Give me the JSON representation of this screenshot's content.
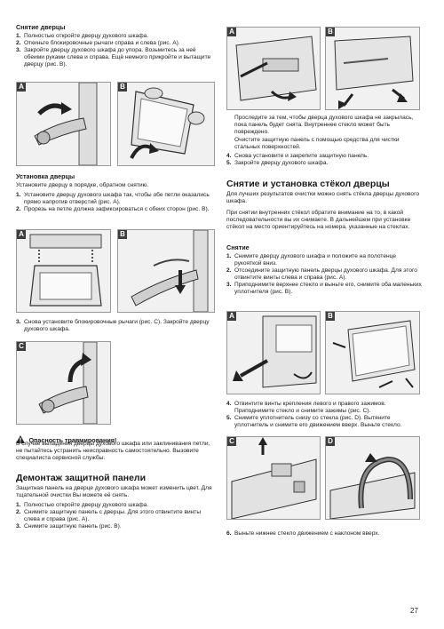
{
  "left": {
    "door_removal": {
      "title": "Снятие дверцы",
      "steps": [
        {
          "n": "1.",
          "text": "Полностью откройте дверцу духового шкафа."
        },
        {
          "n": "2.",
          "text": "Откиньте блокировочные рычаги справа и слева (рис. A)."
        },
        {
          "n": "3.",
          "text": "Закройте дверцу духового шкафа до упора. Возьмитесь за неё обеими руками слева и справа. Ещё немного прикройте и вытащите дверцу (рис. B)."
        }
      ]
    },
    "door_install": {
      "title": "Установка дверцы",
      "intro": "Установите дверцу в порядке, обратном снятию.",
      "steps": [
        {
          "n": "1.",
          "text": "Установите дверцу духового шкафа так, чтобы обе петли оказались прямо напротив отверстий (рис. A)."
        },
        {
          "n": "2.",
          "text": "Прорезь на петле должна зафиксироваться с обеих сторон (рис. B)."
        }
      ],
      "step3": {
        "n": "3.",
        "text": "Снова установите блокировочные рычаги (рис. C). Закройте дверцу духового шкафа."
      }
    },
    "warning": {
      "title": "Опасность травмирования!",
      "text": "В случае выпадения дверцы духового шкафа или заклинивания петли, не пытайтесь устранить неисправность самостоятельно. Вызовите специалиста сервисной службы."
    },
    "panel_removal": {
      "title": "Демонтаж защитной панели",
      "intro": "Защитная панель на дверце духового шкафа может изменить цвет. Для тщательной очистки Вы можете её снять.",
      "steps": [
        {
          "n": "1.",
          "text": "Полностью откройте дверцу духового шкафа."
        },
        {
          "n": "2.",
          "text": "Снимите защитную панель с дверцы. Для этого отвинтите винты слева и справа (рис. A)."
        },
        {
          "n": "3.",
          "text": "Снимите защитную панель (рис. B)."
        }
      ]
    }
  },
  "right": {
    "cont_text1": "Проследите за тем, чтобы дверца духового шкафа не закрылась, пока панель будет снята. Внутреннее стекло может быть повреждено.",
    "cont_text2": "Очистите защитную панель с помощью средства для чистки стальных поверхностей.",
    "cont_steps": [
      {
        "n": "4.",
        "text": "Снова установите и закрепите защитную панель."
      },
      {
        "n": "5.",
        "text": "Закройте дверцу духового шкафа."
      }
    ],
    "glass": {
      "title": "Снятие и установка стёкол дверцы",
      "intro1": "Для лучших результатов очистки можно снять стёкла дверцы духового шкафа.",
      "intro2": "При снятии внутренних стёкол обратите внимание на то, в какой последовательности вы их снимаете. В дальнейшем при установке стёкол на место ориентируйтесь на номера, указанные на стеклах.",
      "sub": "Снятие",
      "steps": [
        {
          "n": "1.",
          "text": "Снимите дверцу духового шкафа и положите на полотенце рукояткой вниз."
        },
        {
          "n": "2.",
          "text": "Отсоедините защитную панель дверцы духового шкафа. Для этого отвинтите винты слева и справа (рис. A)."
        },
        {
          "n": "3.",
          "text": "Приподнимите верхнее стекло и выньте его, снимите оба маленьких уплотнителя (рис. B)."
        }
      ],
      "steps2": [
        {
          "n": "4.",
          "text": "Отвинтите винты крепления левого и правого зажимов. Приподнимите стекло и снимите зажимы (рис. C)."
        },
        {
          "n": "5.",
          "text": "Снимите уплотнитель снизу со стекла (рис. D). Вытяните уплотнитель и снимите его движением вверх. Выньте стекло."
        }
      ],
      "step6": {
        "n": "6.",
        "text": "Выньте нижнее стекло движением с наклоном вверх."
      }
    }
  },
  "figure_labels": {
    "a": "A",
    "b": "B",
    "c": "C",
    "d": "D"
  },
  "page_number": "27"
}
